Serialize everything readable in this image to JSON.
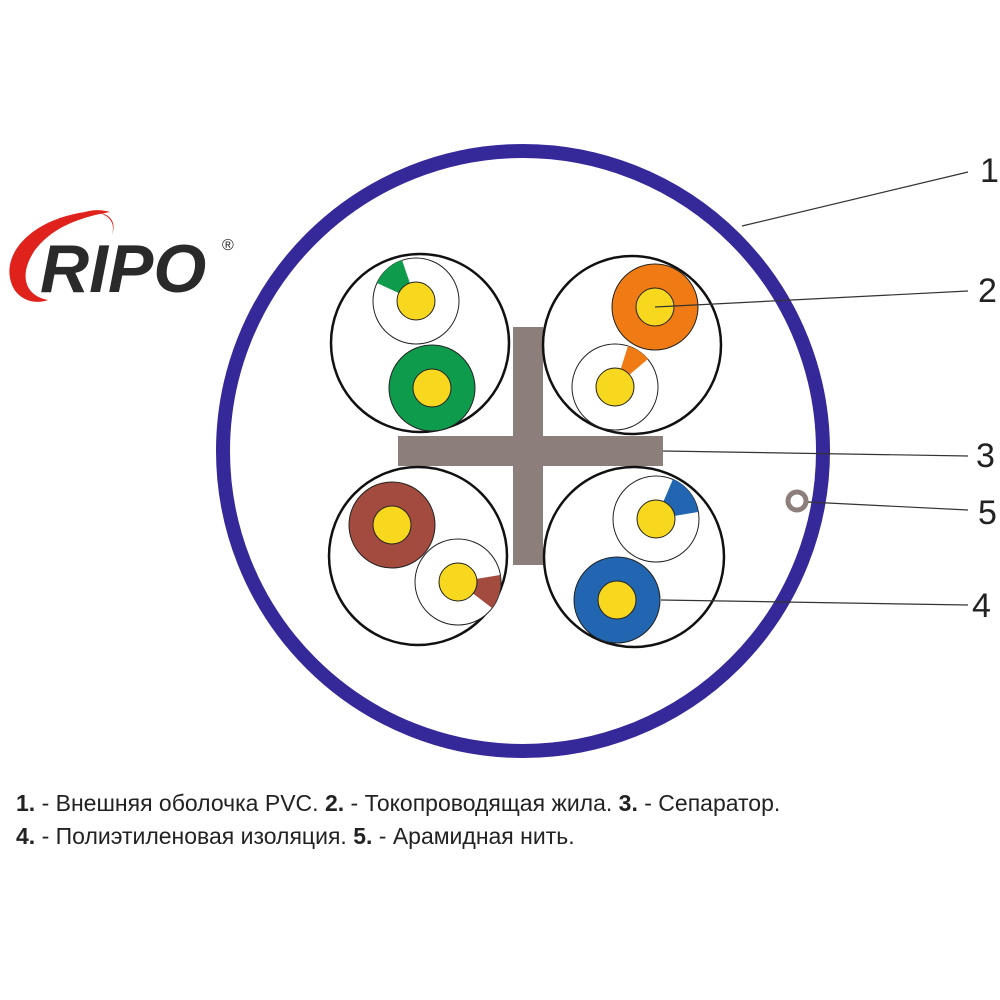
{
  "logo": {
    "text": "RIPO",
    "mark": "®"
  },
  "callouts": [
    "1",
    "2",
    "3",
    "5",
    "4"
  ],
  "legend": {
    "line1": [
      {
        "num": "1.",
        "text": " - Внешняя оболочка PVC. "
      },
      {
        "num": "2.",
        "text": " - Токопроводящая жила. "
      },
      {
        "num": "3.",
        "text": " - Сепаратор."
      }
    ],
    "line2": [
      {
        "num": "4.",
        "text": " - Полиэтиленовая изоляция. "
      },
      {
        "num": "5.",
        "text": " - Арамидная нить."
      }
    ]
  },
  "colors": {
    "jacket": "#35299a",
    "separator": "#8c7e7a",
    "core": "#f7d81e",
    "green": "#0f9b4c",
    "orange": "#f07b14",
    "brown": "#a24b3e",
    "blue": "#2265b0",
    "logo_red": "#e0221c",
    "logo_dark": "#2a2a2a"
  }
}
